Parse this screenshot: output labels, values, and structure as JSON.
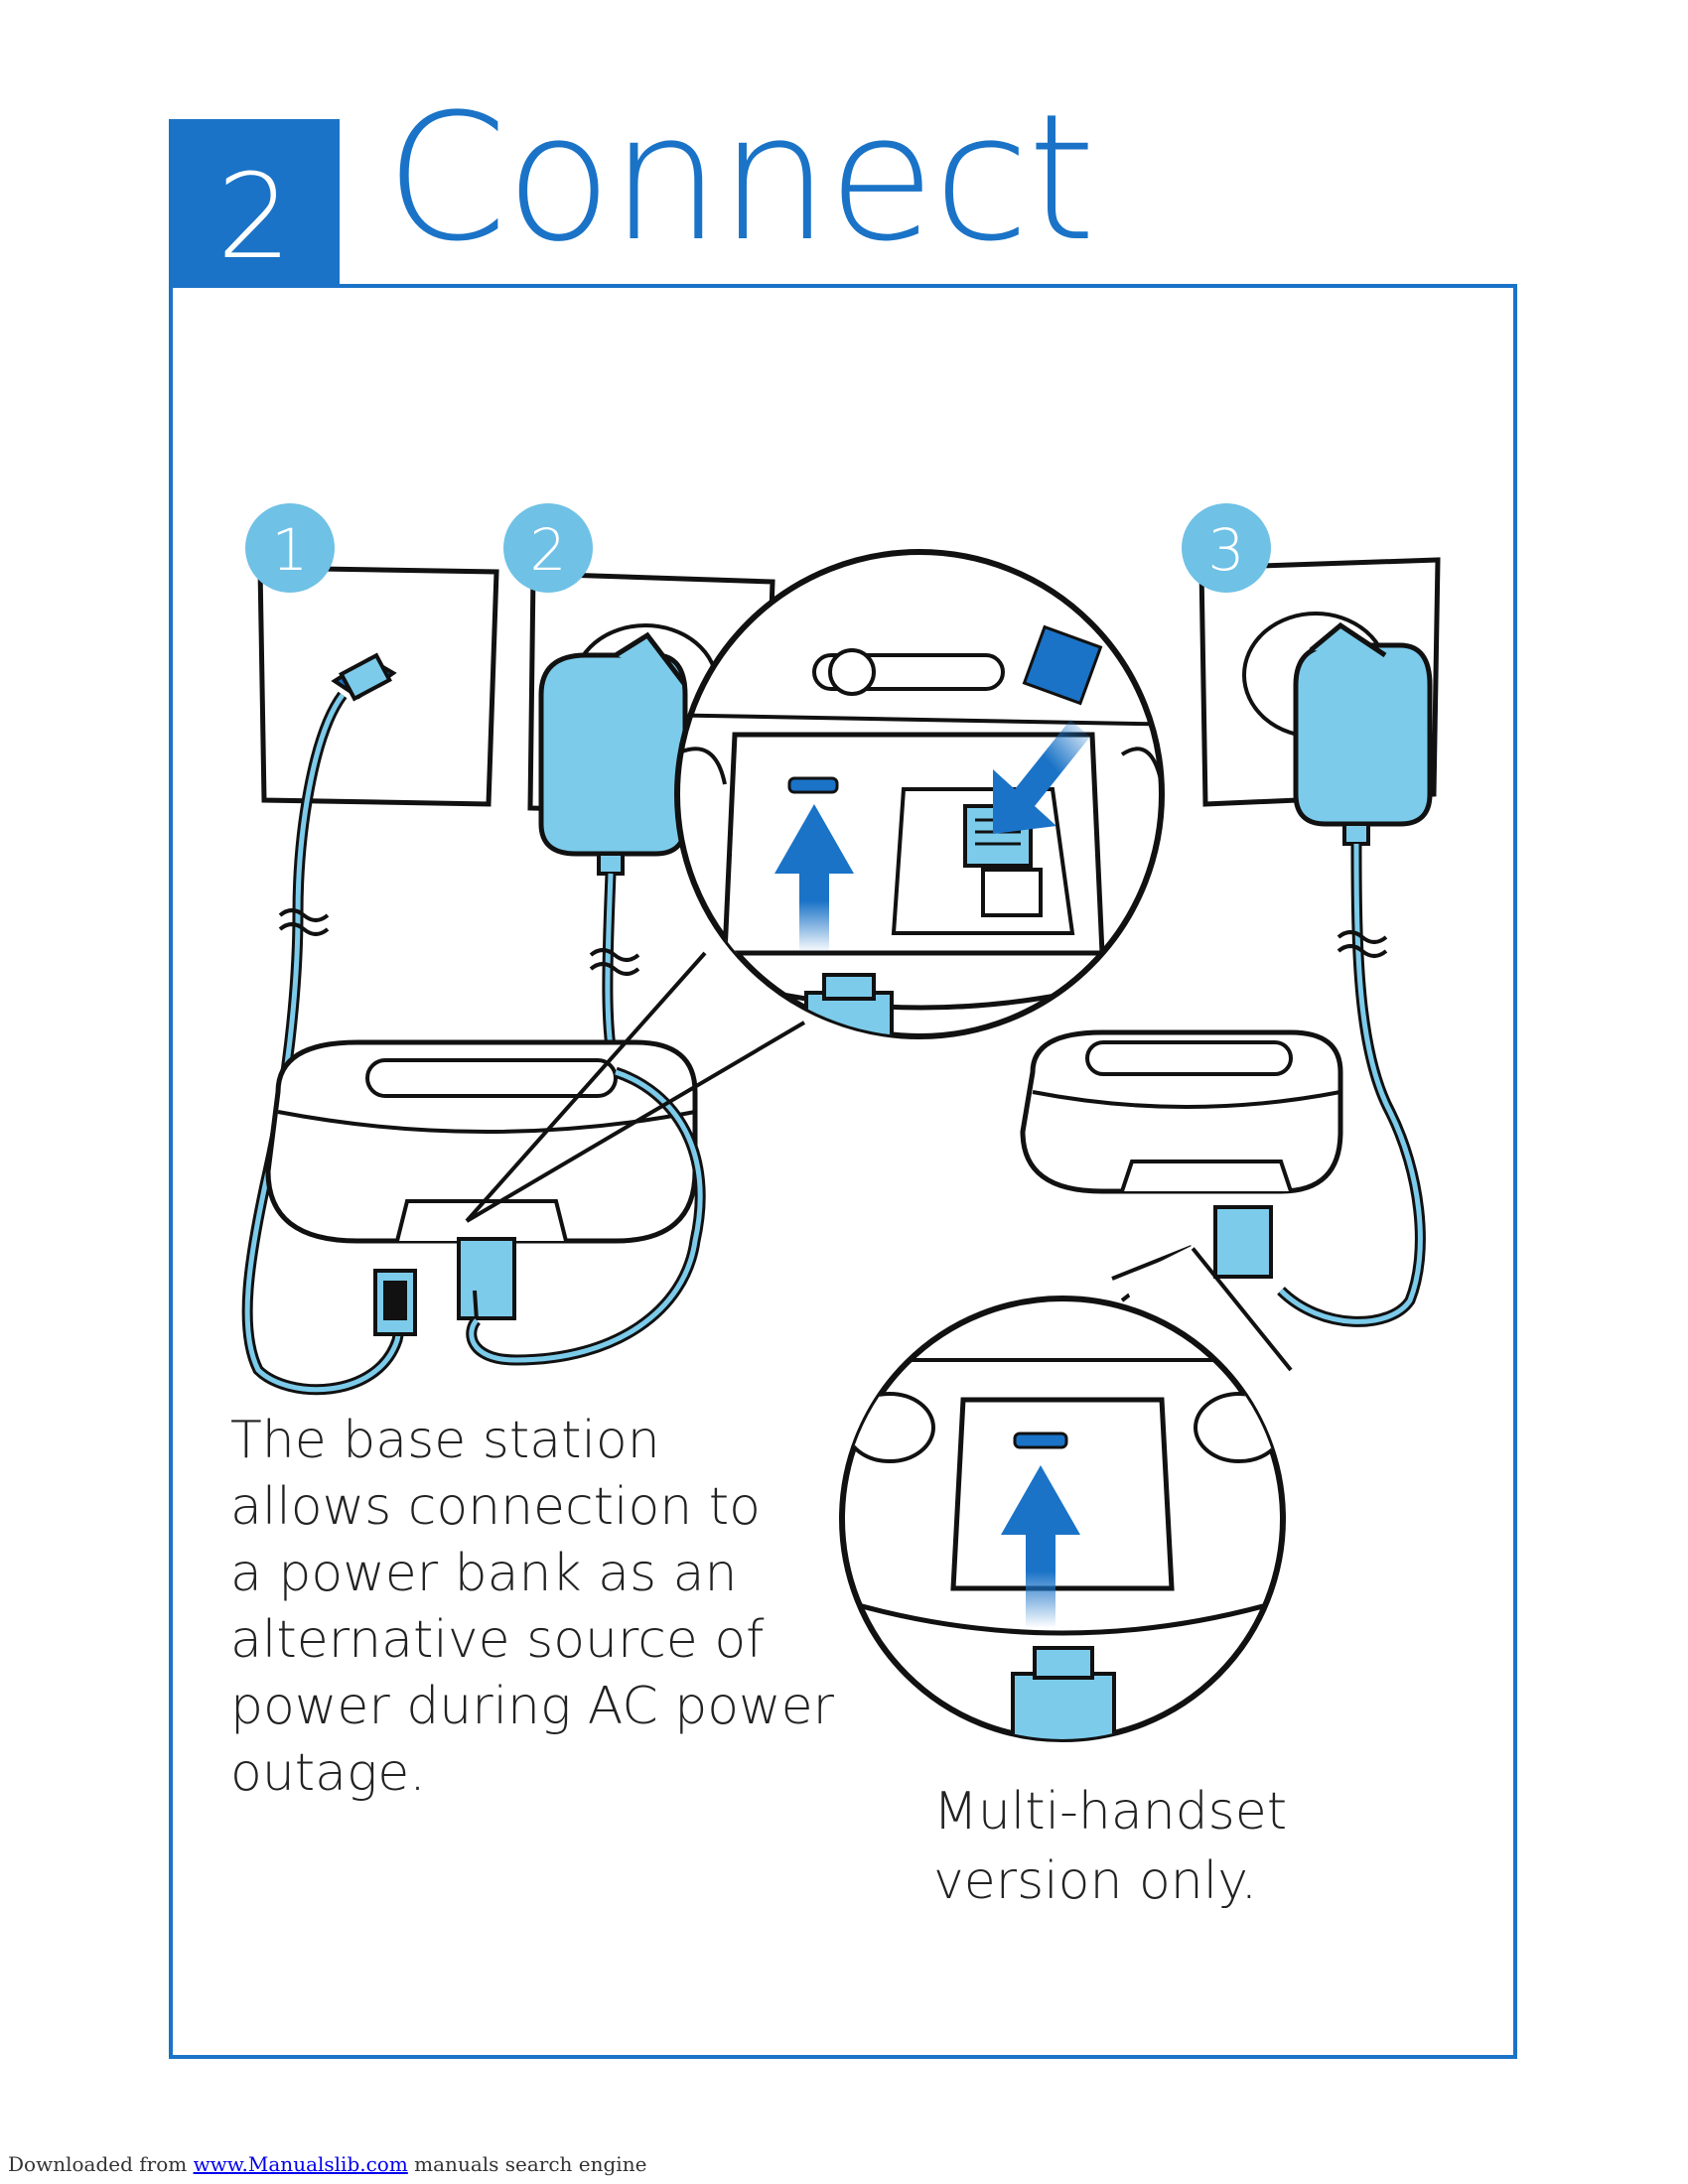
{
  "header": {
    "step_number": "2",
    "title": "Connect"
  },
  "steps": {
    "step1": "1",
    "step2": "2",
    "step3": "3"
  },
  "description": [
    "The base station",
    "allows connection to",
    "a power bank as an",
    "alternative source of",
    "power during AC power",
    "outage."
  ],
  "note": [
    "Multi-handset",
    "version only."
  ],
  "footer": {
    "prefix": "Downloaded from ",
    "link_text": "www.Manualslib.com",
    "suffix": " manuals search engine"
  },
  "colors": {
    "accent": "#1a73c7",
    "light_blue": "#7ccbeb",
    "step_circle": "#6fc1e6"
  }
}
